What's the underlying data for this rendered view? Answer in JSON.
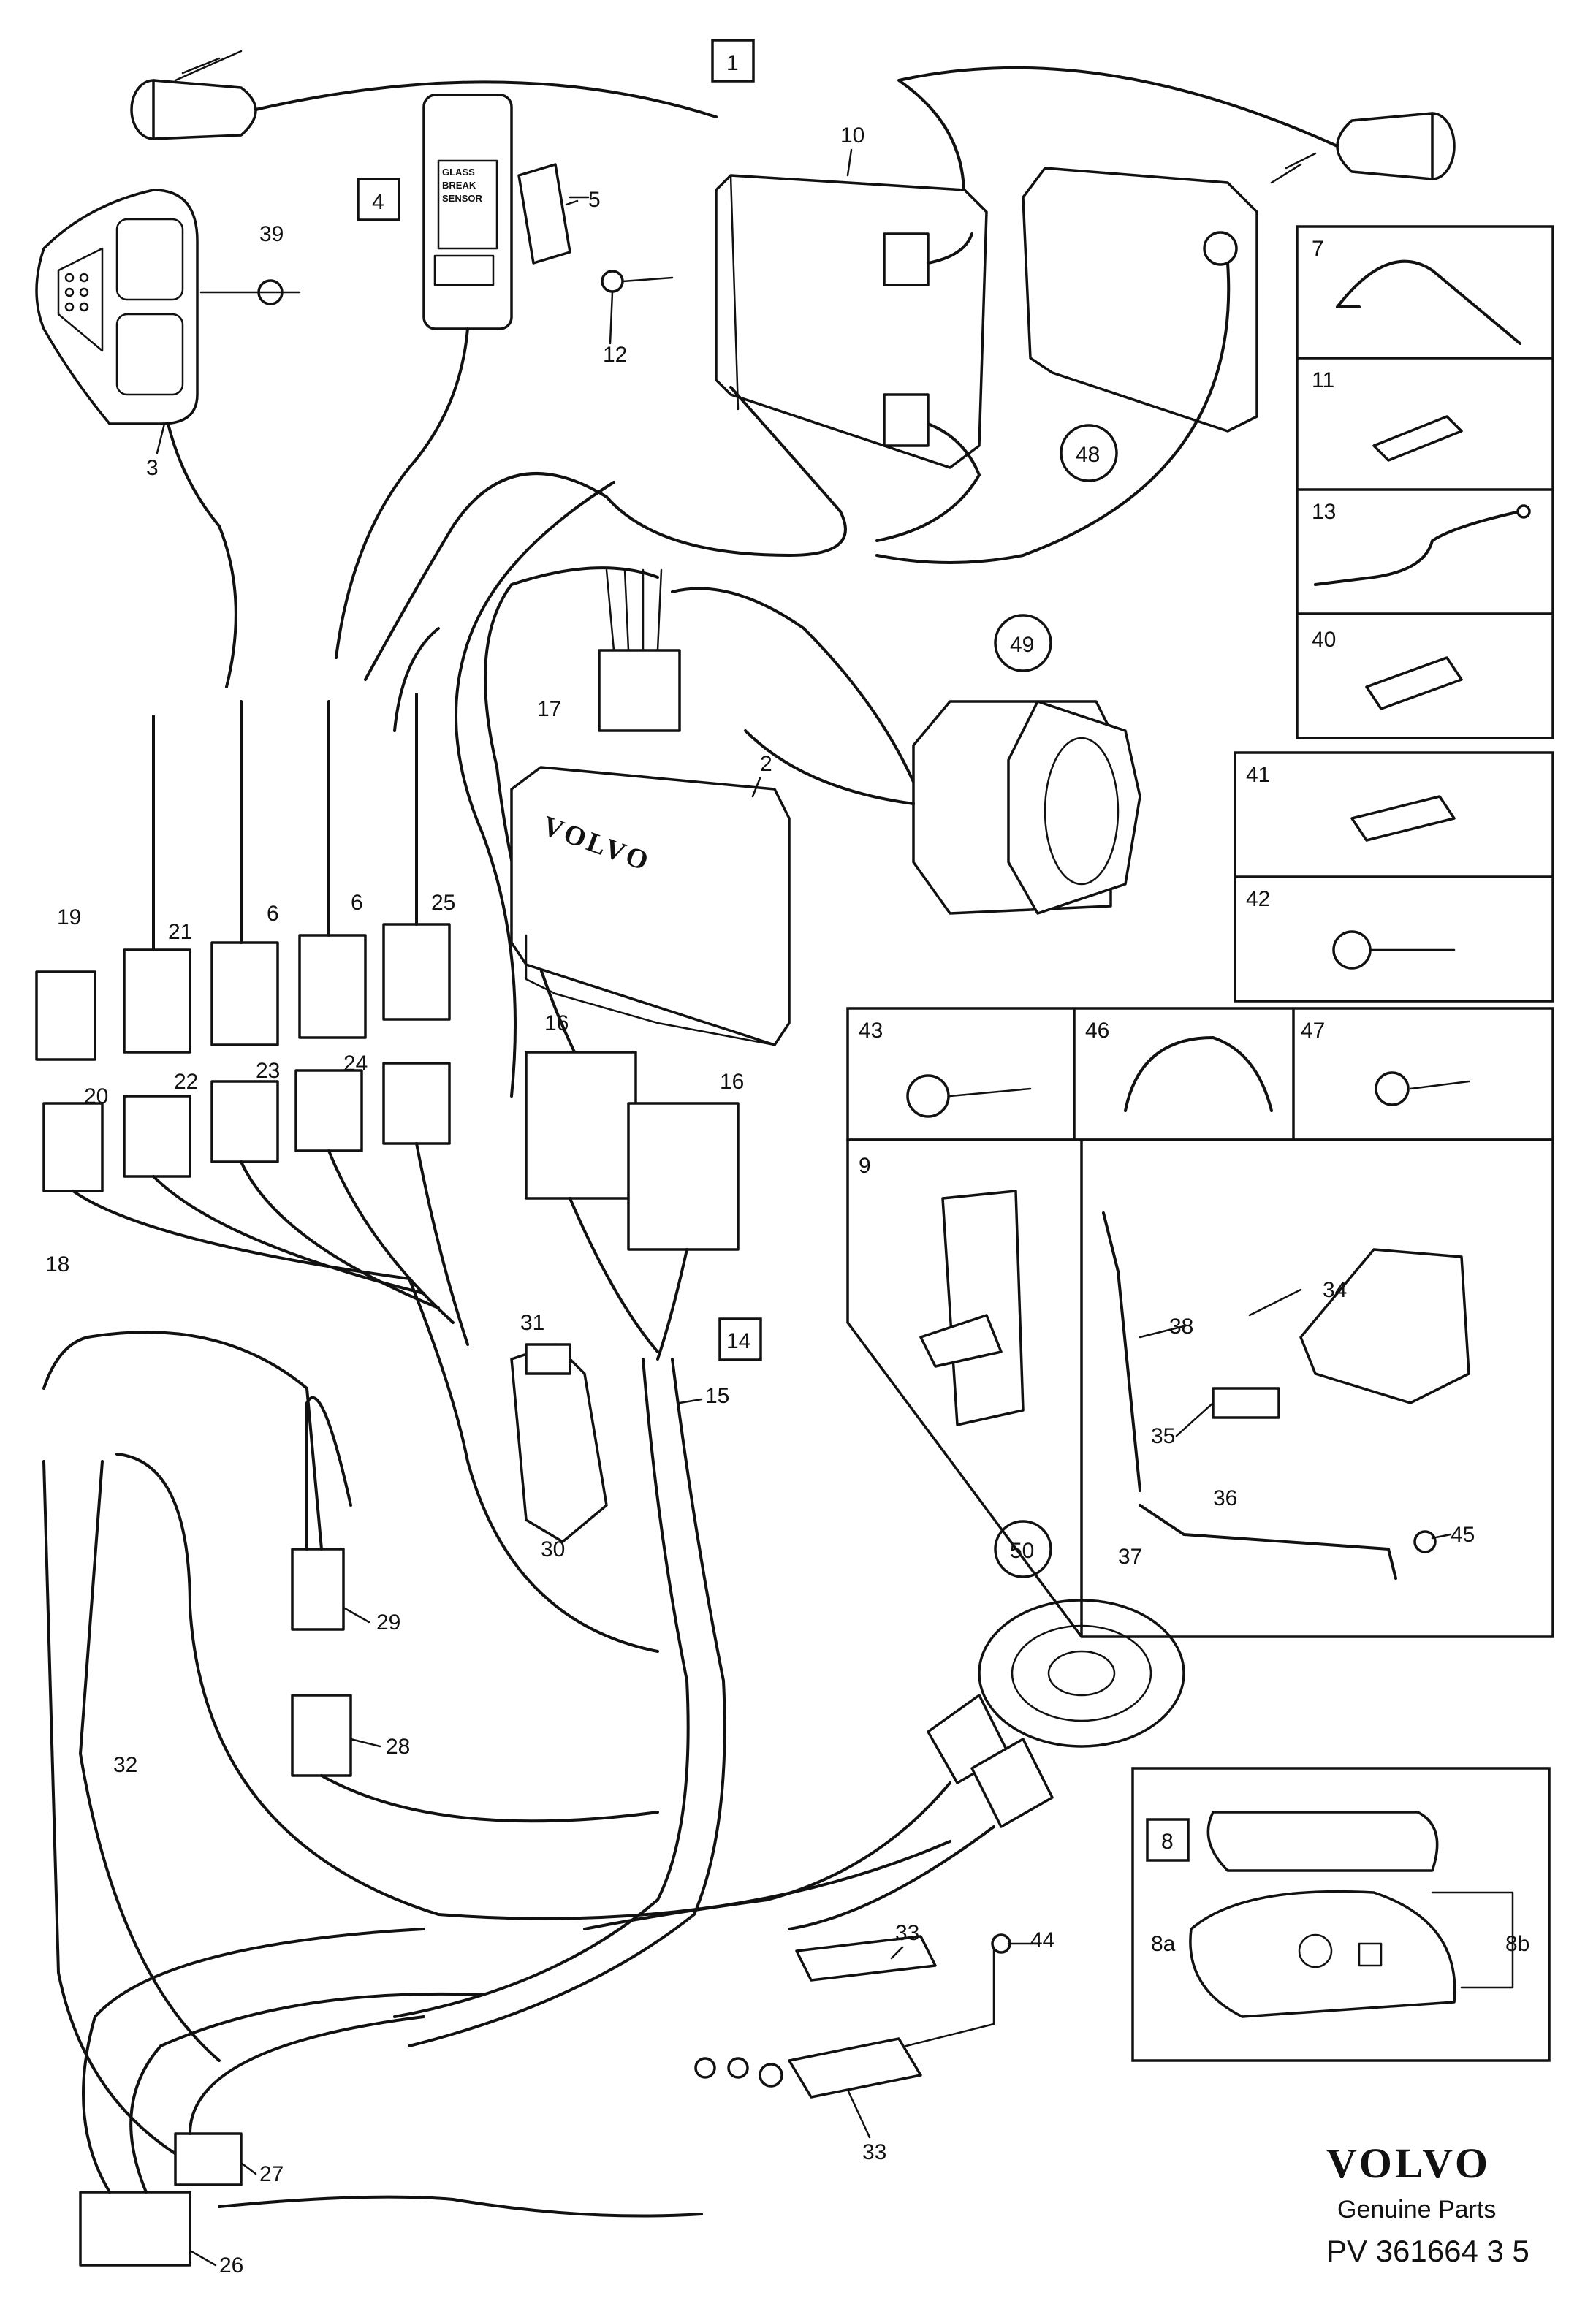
{
  "labels": {
    "l1": "1",
    "l2": "2",
    "l3": "3",
    "l4": "4",
    "l5": "5",
    "l6a": "6",
    "l6b": "6",
    "l7": "7",
    "l8": "8",
    "l8a": "8a",
    "l8b": "8b",
    "l9": "9",
    "l10": "10",
    "l11": "11",
    "l12": "12",
    "l13": "13",
    "l14": "14",
    "l15": "15",
    "l16a": "16",
    "l16b": "16",
    "l17": "17",
    "l18": "18",
    "l19": "19",
    "l20": "20",
    "l21": "21",
    "l22": "22",
    "l23": "23",
    "l24": "24",
    "l25": "25",
    "l26": "26",
    "l27": "27",
    "l28": "28",
    "l29": "29",
    "l30": "30",
    "l31": "31",
    "l32": "32",
    "l33a": "33",
    "l33b": "33",
    "l34": "34",
    "l35": "35",
    "l36": "36",
    "l37": "37",
    "l38": "38",
    "l39": "39",
    "l40": "40",
    "l41": "41",
    "l42": "42",
    "l43": "43",
    "l44": "44",
    "l45": "45",
    "l46": "46",
    "l47": "47",
    "l48": "48",
    "l49": "49",
    "l50": "50"
  },
  "sensor_text": [
    "GLASS",
    "BREAK",
    "SENSOR"
  ],
  "module_brand": "VOLVO",
  "footer": {
    "brand": "VOLVO",
    "subtitle": "Genuine Parts",
    "code": "PV 361664 3 5"
  }
}
